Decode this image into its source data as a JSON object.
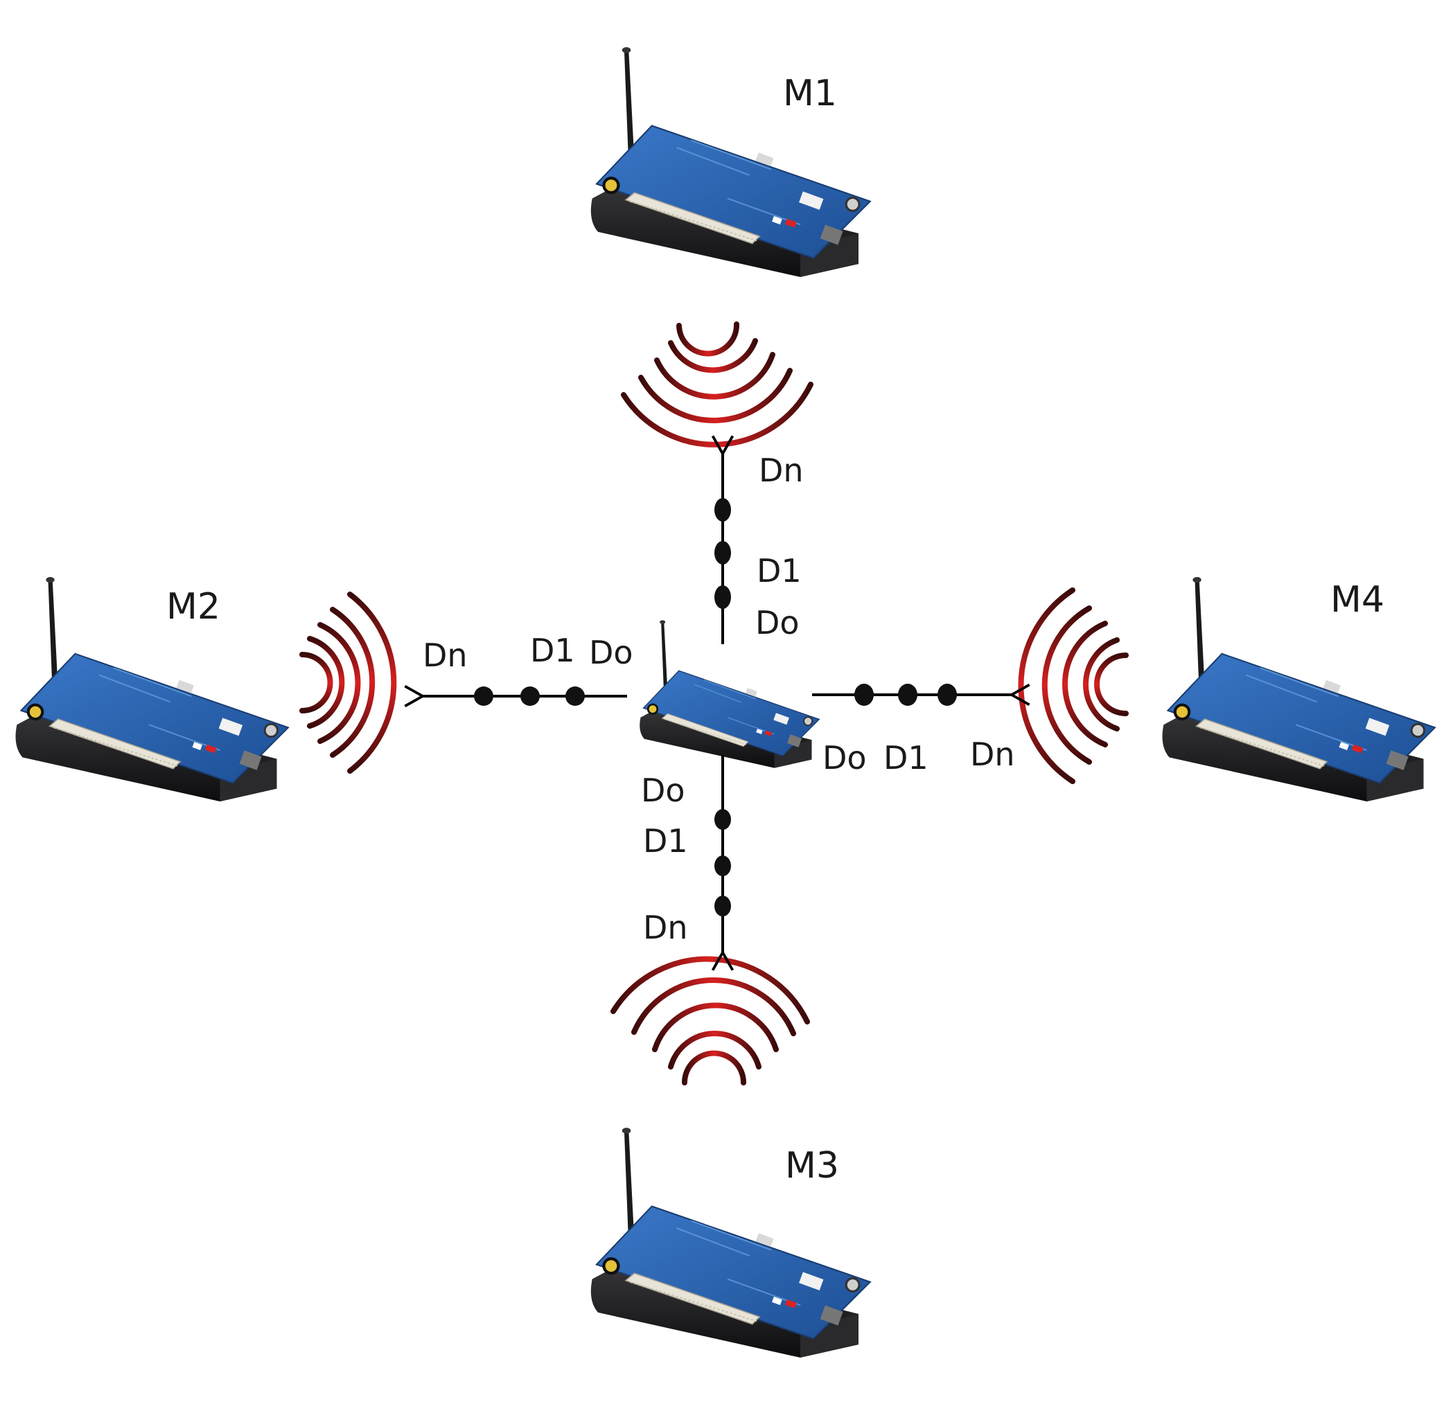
{
  "motes": [
    {
      "id": "m1",
      "label": "M1"
    },
    {
      "id": "m2",
      "label": "M2"
    },
    {
      "id": "m3",
      "label": "M3"
    },
    {
      "id": "m4",
      "label": "M4"
    }
  ],
  "links": {
    "up": {
      "d0": "Do",
      "d1": "D1",
      "dn": "Dn"
    },
    "left": {
      "d0": "Do",
      "d1": "D1",
      "dn": "Dn"
    },
    "right": {
      "d0": "Do",
      "d1": "D1",
      "dn": "Dn"
    },
    "down": {
      "d0": "Do",
      "d1": "D1",
      "dn": "Dn"
    }
  },
  "colors": {
    "board": "#2f67b8",
    "board_dark": "#1f4d8f",
    "case": "#1c1c1e",
    "antenna": "#1a1a1a",
    "wave_outer": "#3a0a0a",
    "wave_inner": "#d22222",
    "line": "#000000"
  }
}
